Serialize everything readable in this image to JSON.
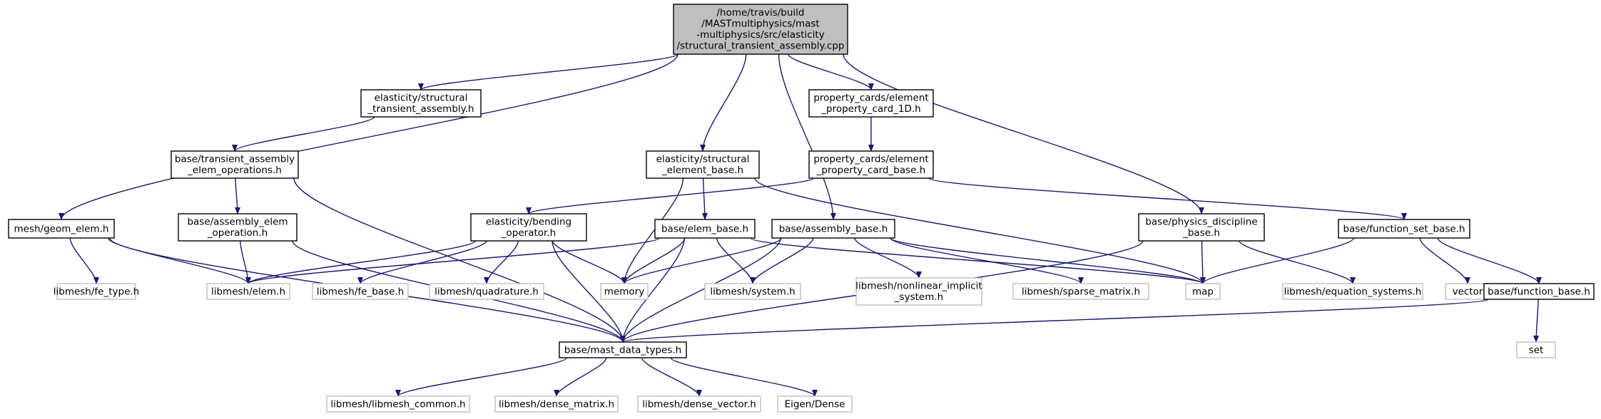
{
  "colors": {
    "edge": "#191970",
    "root_fill": "#bfbfbf",
    "box_stroke": "#000000",
    "external_stroke": "#bfbfbf",
    "fill": "#ffffff"
  },
  "nodes": [
    {
      "id": "root",
      "kind": "root",
      "lines": [
        "/home/travis/build",
        "/MASTmultiphysics/mast",
        "-multiphysics/src/elasticity",
        "/structural_transient_assembly.cpp"
      ]
    },
    {
      "id": "es_transient",
      "kind": "internal",
      "lines": [
        "elasticity/structural",
        "_transient_assembly.h"
      ]
    },
    {
      "id": "pc_1d",
      "kind": "internal",
      "lines": [
        "property_cards/element",
        "_property_card_1D.h"
      ]
    },
    {
      "id": "base_transient",
      "kind": "internal",
      "lines": [
        "base/transient_assembly",
        "_elem_operations.h"
      ]
    },
    {
      "id": "es_element_base",
      "kind": "internal",
      "lines": [
        "elasticity/structural",
        "_element_base.h"
      ]
    },
    {
      "id": "pc_base",
      "kind": "internal",
      "lines": [
        "property_cards/element",
        "_property_card_base.h"
      ]
    },
    {
      "id": "geom_elem",
      "kind": "internal",
      "lines": [
        "mesh/geom_elem.h"
      ]
    },
    {
      "id": "assembly_elem_op",
      "kind": "internal",
      "lines": [
        "base/assembly_elem",
        "_operation.h"
      ]
    },
    {
      "id": "bending_op",
      "kind": "internal",
      "lines": [
        "elasticity/bending",
        "_operator.h"
      ]
    },
    {
      "id": "elem_base",
      "kind": "internal",
      "lines": [
        "base/elem_base.h"
      ]
    },
    {
      "id": "assembly_base",
      "kind": "internal",
      "lines": [
        "base/assembly_base.h"
      ]
    },
    {
      "id": "physics_disc",
      "kind": "internal",
      "lines": [
        "base/physics_discipline",
        "_base.h"
      ]
    },
    {
      "id": "function_set_base",
      "kind": "internal",
      "lines": [
        "base/function_set_base.h"
      ]
    },
    {
      "id": "fe_type",
      "kind": "external",
      "lines": [
        "libmesh/fe_type.h"
      ]
    },
    {
      "id": "lm_elem",
      "kind": "external",
      "lines": [
        "libmesh/elem.h"
      ]
    },
    {
      "id": "fe_base",
      "kind": "external",
      "lines": [
        "libmesh/fe_base.h"
      ]
    },
    {
      "id": "quadrature",
      "kind": "external",
      "lines": [
        "libmesh/quadrature.h"
      ]
    },
    {
      "id": "memory",
      "kind": "external",
      "lines": [
        "memory"
      ]
    },
    {
      "id": "lm_system",
      "kind": "external",
      "lines": [
        "libmesh/system.h"
      ]
    },
    {
      "id": "nonlinear",
      "kind": "external",
      "lines": [
        "libmesh/nonlinear_implicit",
        "_system.h"
      ]
    },
    {
      "id": "sparse",
      "kind": "external",
      "lines": [
        "libmesh/sparse_matrix.h"
      ]
    },
    {
      "id": "map",
      "kind": "external",
      "lines": [
        "map"
      ]
    },
    {
      "id": "eq_systems",
      "kind": "external",
      "lines": [
        "libmesh/equation_systems.h"
      ]
    },
    {
      "id": "vector",
      "kind": "external",
      "lines": [
        "vector"
      ]
    },
    {
      "id": "function_base",
      "kind": "internal",
      "lines": [
        "base/function_base.h"
      ]
    },
    {
      "id": "mast_data_types",
      "kind": "internal",
      "lines": [
        "base/mast_data_types.h"
      ]
    },
    {
      "id": "set",
      "kind": "external",
      "lines": [
        "set"
      ]
    },
    {
      "id": "libmesh_common",
      "kind": "external",
      "lines": [
        "libmesh/libmesh_common.h"
      ]
    },
    {
      "id": "dense_matrix",
      "kind": "external",
      "lines": [
        "libmesh/dense_matrix.h"
      ]
    },
    {
      "id": "dense_vector",
      "kind": "external",
      "lines": [
        "libmesh/dense_vector.h"
      ]
    },
    {
      "id": "eigen_dense",
      "kind": "external",
      "lines": [
        "Eigen/Dense"
      ]
    }
  ],
  "edges": [
    [
      "root",
      "es_transient"
    ],
    [
      "root",
      "pc_1d"
    ],
    [
      "root",
      "es_element_base"
    ],
    [
      "root",
      "geom_elem"
    ],
    [
      "root",
      "assembly_base"
    ],
    [
      "root",
      "physics_disc"
    ],
    [
      "es_transient",
      "base_transient"
    ],
    [
      "pc_1d",
      "pc_base"
    ],
    [
      "base_transient",
      "assembly_elem_op"
    ],
    [
      "base_transient",
      "mast_data_types"
    ],
    [
      "es_element_base",
      "elem_base"
    ],
    [
      "es_element_base",
      "memory"
    ],
    [
      "es_element_base",
      "map"
    ],
    [
      "pc_base",
      "bending_op"
    ],
    [
      "pc_base",
      "function_set_base"
    ],
    [
      "geom_elem",
      "fe_type"
    ],
    [
      "geom_elem",
      "lm_elem"
    ],
    [
      "geom_elem",
      "mast_data_types"
    ],
    [
      "assembly_elem_op",
      "lm_elem"
    ],
    [
      "assembly_elem_op",
      "mast_data_types"
    ],
    [
      "bending_op",
      "lm_elem"
    ],
    [
      "bending_op",
      "fe_base"
    ],
    [
      "bending_op",
      "quadrature"
    ],
    [
      "bending_op",
      "memory"
    ],
    [
      "bending_op",
      "mast_data_types"
    ],
    [
      "elem_base",
      "lm_elem"
    ],
    [
      "elem_base",
      "memory"
    ],
    [
      "elem_base",
      "lm_system"
    ],
    [
      "elem_base",
      "map"
    ],
    [
      "elem_base",
      "mast_data_types"
    ],
    [
      "assembly_base",
      "memory"
    ],
    [
      "assembly_base",
      "lm_system"
    ],
    [
      "assembly_base",
      "nonlinear"
    ],
    [
      "assembly_base",
      "sparse"
    ],
    [
      "assembly_base",
      "map"
    ],
    [
      "assembly_base",
      "mast_data_types"
    ],
    [
      "physics_disc",
      "map"
    ],
    [
      "physics_disc",
      "eq_systems"
    ],
    [
      "physics_disc",
      "mast_data_types"
    ],
    [
      "function_set_base",
      "map"
    ],
    [
      "function_set_base",
      "vector"
    ],
    [
      "function_set_base",
      "function_base"
    ],
    [
      "function_base",
      "mast_data_types"
    ],
    [
      "function_base",
      "set"
    ],
    [
      "mast_data_types",
      "libmesh_common"
    ],
    [
      "mast_data_types",
      "dense_matrix"
    ],
    [
      "mast_data_types",
      "dense_vector"
    ],
    [
      "mast_data_types",
      "eigen_dense"
    ]
  ]
}
